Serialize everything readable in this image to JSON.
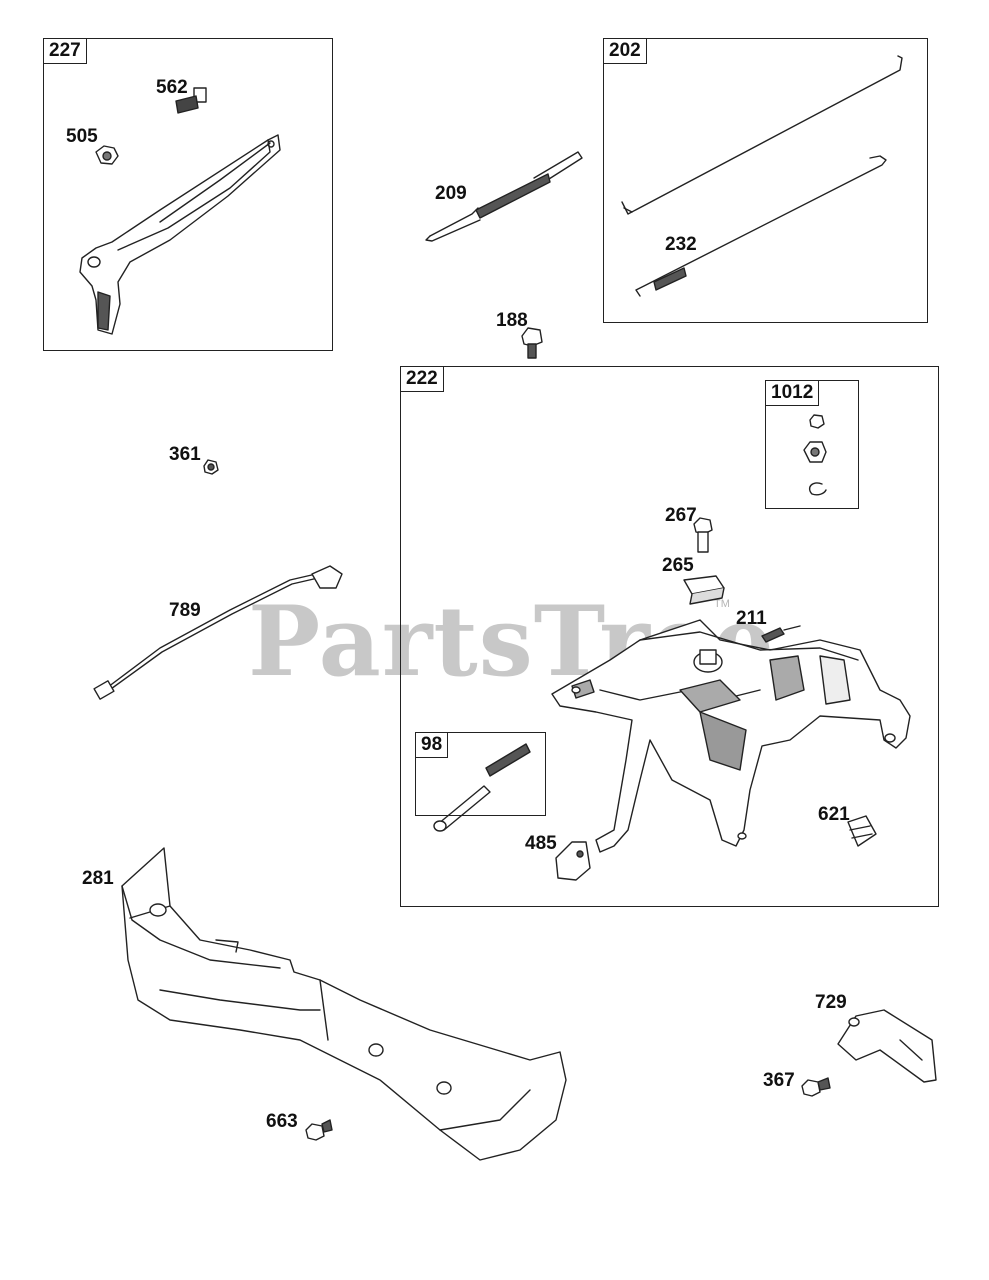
{
  "watermark": {
    "text": "PartsTree",
    "tm": "TM"
  },
  "boxes": {
    "b227": "227",
    "b202": "202",
    "b222": "222",
    "b1012": "1012",
    "b98": "98"
  },
  "parts": {
    "p562": "562",
    "p505": "505",
    "p209": "209",
    "p232": "232",
    "p188": "188",
    "p361": "361",
    "p789": "789",
    "p267": "267",
    "p265": "265",
    "p211": "211",
    "p621": "621",
    "p485": "485",
    "p281": "281",
    "p729": "729",
    "p367": "367",
    "p663": "663"
  }
}
